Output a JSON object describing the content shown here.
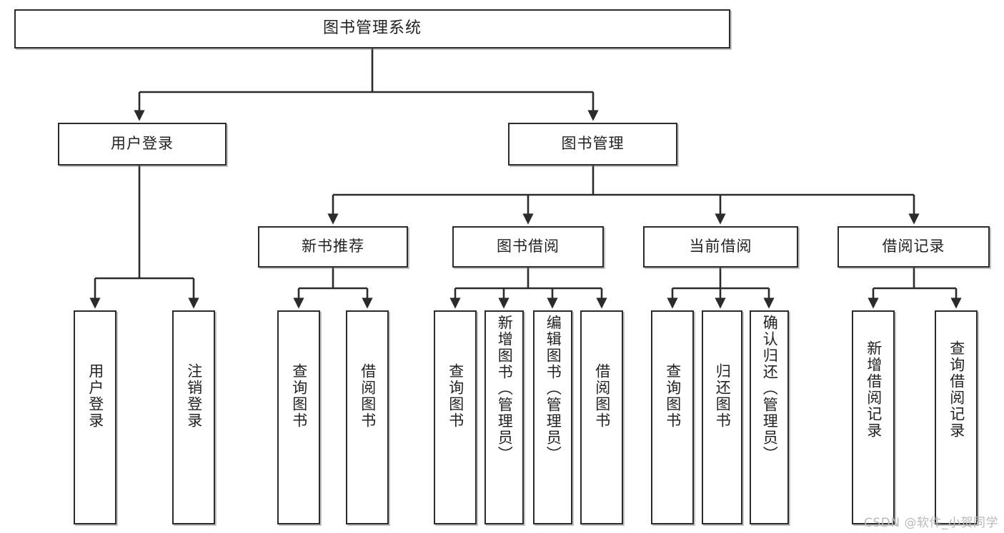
{
  "diagram": {
    "type": "tree-hierarchy",
    "title": "图书管理系统",
    "watermark": "CSDN @软件_小贺同学",
    "colors": {
      "box_border": "#2b2b2b",
      "box_fill": "#ffffff",
      "line": "#2b2b2b",
      "text": "#1b1b1b",
      "watermark": "#b9b9b9"
    },
    "levels": {
      "level1": [
        "图书管理系统"
      ],
      "level2": [
        "用户登录",
        "图书管理"
      ],
      "level3": [
        "新书推荐",
        "图书借阅",
        "当前借阅",
        "借阅记录"
      ],
      "level4": [
        "用户登录",
        "注销登录",
        "查询图书",
        "借阅图书",
        "查询图书",
        "新增图书（管理员）",
        "编辑图书（管理员）",
        "借阅图书",
        "查询图书",
        "归还图书",
        "确认归还（管理员）",
        "新增借阅记录",
        "查询借阅记录"
      ]
    },
    "nodes": {
      "root": {
        "label": "图书管理系统"
      },
      "user_login": {
        "label": "用户登录"
      },
      "book_manage": {
        "label": "图书管理"
      },
      "new_book_rec": {
        "label": "新书推荐"
      },
      "book_borrow": {
        "label": "图书借阅"
      },
      "current_borrow": {
        "label": "当前借阅"
      },
      "borrow_record": {
        "label": "借阅记录"
      },
      "leaf_user_login": {
        "label": "用户登录"
      },
      "leaf_user_logout": {
        "label": "注销登录"
      },
      "leaf_rec_query": {
        "label": "查询图书"
      },
      "leaf_rec_borrow": {
        "label": "借阅图书"
      },
      "leaf_bb_query": {
        "label": "查询图书"
      },
      "leaf_bb_add": {
        "label": "新增图书（管理员）"
      },
      "leaf_bb_edit": {
        "label": "编辑图书（管理员）"
      },
      "leaf_bb_borrow": {
        "label": "借阅图书"
      },
      "leaf_cb_query": {
        "label": "查询图书"
      },
      "leaf_cb_return": {
        "label": "归还图书"
      },
      "leaf_cb_confirm": {
        "label": "确认归还（管理员）"
      },
      "leaf_br_add": {
        "label": "新增借阅记录"
      },
      "leaf_br_query": {
        "label": "查询借阅记录"
      }
    }
  }
}
